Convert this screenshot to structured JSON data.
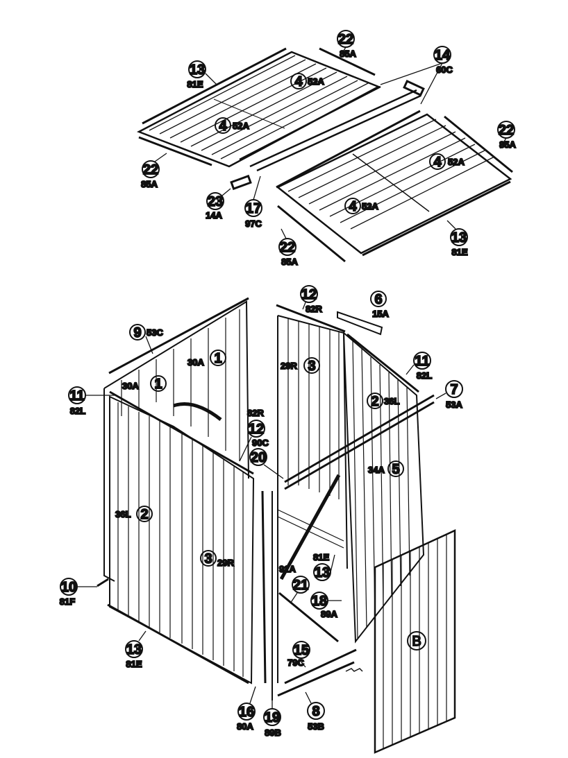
{
  "callouts": {
    "c22a": {
      "num": "22",
      "code": "85A"
    },
    "c13a": {
      "num": "13",
      "code": "81E"
    },
    "c4a": {
      "num": "4",
      "code": "52A"
    },
    "c4b": {
      "num": "4",
      "code": "52A"
    },
    "c14": {
      "num": "14",
      "code": "60C"
    },
    "c22b": {
      "num": "22",
      "code": "85A"
    },
    "c4c": {
      "num": "4",
      "code": "52A"
    },
    "c4d": {
      "num": "4",
      "code": "52A"
    },
    "c22c": {
      "num": "22",
      "code": "85A"
    },
    "c23": {
      "num": "23",
      "code": "14A"
    },
    "c17": {
      "num": "17",
      "code": "97C"
    },
    "c13b": {
      "num": "13",
      "code": "81E"
    },
    "c22d": {
      "num": "22",
      "code": "85A"
    },
    "c12a": {
      "num": "12",
      "code": "82R"
    },
    "c6": {
      "num": "6",
      "code": "15A"
    },
    "c9": {
      "num": "9",
      "code": "53C"
    },
    "c1a": {
      "num": "1",
      "code": "30A"
    },
    "c3a": {
      "num": "3",
      "code": "29R"
    },
    "c11a": {
      "num": "11",
      "code": "82L"
    },
    "c1b": {
      "num": "1",
      "code": "30A"
    },
    "c11b": {
      "num": "11",
      "code": "82L"
    },
    "c2a": {
      "num": "2",
      "code": "36L"
    },
    "c7": {
      "num": "7",
      "code": "53A"
    },
    "c12b": {
      "num": "12",
      "code": "82R",
      "code2": "90C"
    },
    "c20": {
      "num": "20"
    },
    "c5": {
      "num": "5",
      "code": "34A"
    },
    "c2b": {
      "num": "2",
      "code": "36L"
    },
    "c3b": {
      "num": "3",
      "code": "29R"
    },
    "c13c": {
      "num": "13",
      "code": "81E",
      "code2": "91A"
    },
    "c21": {
      "num": "21"
    },
    "c18": {
      "num": "18",
      "code": "89A"
    },
    "c10": {
      "num": "10",
      "code": "81F"
    },
    "c13d": {
      "num": "13",
      "code": "81E"
    },
    "c15": {
      "num": "15",
      "code": "79C"
    },
    "c16": {
      "num": "16",
      "code": "80A"
    },
    "c19": {
      "num": "19",
      "code": "89B"
    },
    "c8": {
      "num": "8",
      "code": "53B"
    },
    "door": {
      "num": "B"
    }
  },
  "colors": {
    "ink": "#111111",
    "paper": "#ffffff"
  }
}
